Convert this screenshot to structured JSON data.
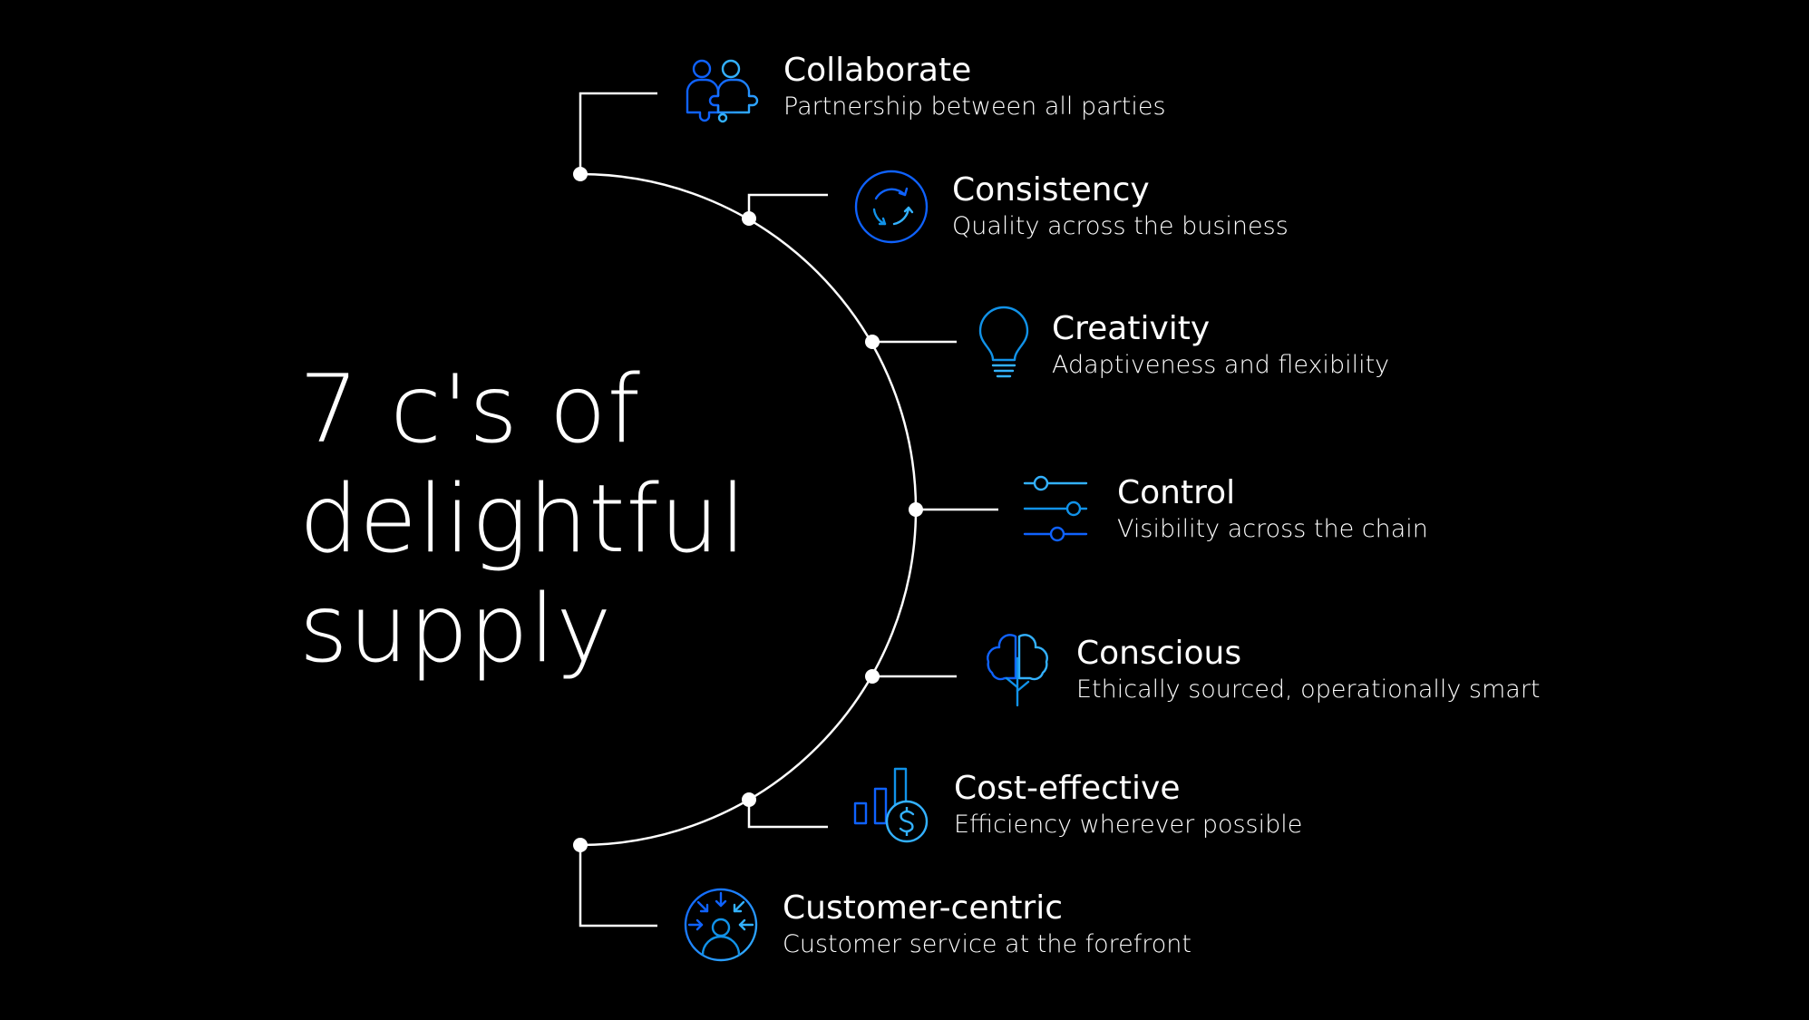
{
  "title": {
    "line1": "7 c's of",
    "line2": "delightful",
    "line3": "supply"
  },
  "items": [
    {
      "name": "Collaborate",
      "desc": "Partnership between all parties",
      "icon": "puzzle-people-icon"
    },
    {
      "name": "Consistency",
      "desc": "Quality across the business",
      "icon": "cycle-arrows-icon"
    },
    {
      "name": "Creativity",
      "desc": "Adaptiveness and flexibility",
      "icon": "lightbulb-icon"
    },
    {
      "name": "Control",
      "desc": "Visibility across the chain",
      "icon": "sliders-icon"
    },
    {
      "name": "Conscious",
      "desc": "Ethically sourced, operationally smart",
      "icon": "tree-icon"
    },
    {
      "name": "Cost-effective",
      "desc": "Efficiency wherever possible",
      "icon": "bar-chart-dollar-icon"
    },
    {
      "name": "Customer-centric",
      "desc": "Customer service at the forefront",
      "icon": "customer-focus-icon"
    }
  ],
  "colors": {
    "background": "#000000",
    "line": "#ffffff",
    "icon_blue": "#0f62fe",
    "icon_cyan": "#33b1ff"
  }
}
